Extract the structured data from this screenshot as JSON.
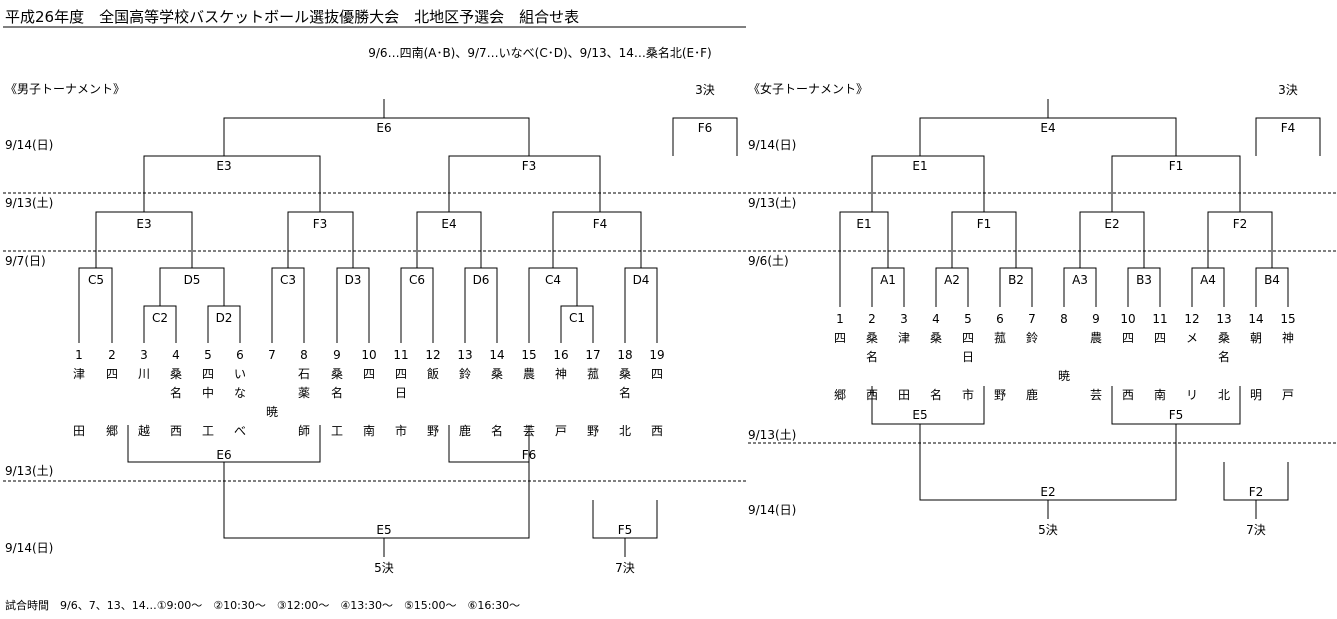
{
  "title": "平成26年度　全国高等学校バスケットボール選抜優勝大会　北地区予選会　組合せ表",
  "schedule": "9/6…四南(A･B)、9/7…いなべ(C･D)、9/13、14…桑名北(E･F)",
  "match_times": "試合時間　9/6、7、13、14…①9:00～　②10:30～　③12:00～　④13:30～　⑤15:00～　⑥16:30～",
  "boys": {
    "heading": "《男子トーナメント》",
    "date_labels": {
      "d914_top": "9/14(日)",
      "d913_top": "9/13(土)",
      "d97": "9/7(日)",
      "d913_bottom": "9/13(土)",
      "d914_bottom": "9/14(日)"
    },
    "teams": [
      {
        "num": "1",
        "name": [
          "津",
          "",
          "",
          "田"
        ]
      },
      {
        "num": "2",
        "name": [
          "四",
          "",
          "",
          "郷"
        ]
      },
      {
        "num": "3",
        "name": [
          "川",
          "",
          "",
          "越"
        ]
      },
      {
        "num": "4",
        "name": [
          "桑",
          "名",
          "",
          "西"
        ]
      },
      {
        "num": "5",
        "name": [
          "四",
          "中",
          "",
          "工"
        ]
      },
      {
        "num": "6",
        "name": [
          "い",
          "な",
          "",
          "べ"
        ]
      },
      {
        "num": "7",
        "name": [
          "",
          "",
          "暁",
          ""
        ]
      },
      {
        "num": "8",
        "name": [
          "石",
          "薬",
          "",
          "師"
        ]
      },
      {
        "num": "9",
        "name": [
          "桑",
          "名",
          "",
          "工"
        ]
      },
      {
        "num": "10",
        "name": [
          "四",
          "",
          "",
          "南"
        ]
      },
      {
        "num": "11",
        "name": [
          "四",
          "日",
          "",
          "市"
        ]
      },
      {
        "num": "12",
        "name": [
          "飯",
          "",
          "",
          "野"
        ]
      },
      {
        "num": "13",
        "name": [
          "鈴",
          "",
          "",
          "鹿"
        ]
      },
      {
        "num": "14",
        "name": [
          "桑",
          "",
          "",
          "名"
        ]
      },
      {
        "num": "15",
        "name": [
          "農",
          "",
          "",
          "芸"
        ]
      },
      {
        "num": "16",
        "name": [
          "神",
          "",
          "",
          "戸"
        ]
      },
      {
        "num": "17",
        "name": [
          "菰",
          "",
          "",
          "野"
        ]
      },
      {
        "num": "18",
        "name": [
          "桑",
          "名",
          "",
          "北"
        ]
      },
      {
        "num": "19",
        "name": [
          "四",
          "",
          "",
          "西"
        ]
      }
    ],
    "games": {
      "C2": "C2",
      "D2": "D2",
      "C1": "C1",
      "C5": "C5",
      "D5": "D5",
      "C3": "C3",
      "D3": "D3",
      "C6": "C6",
      "D6": "D6",
      "C4": "C4",
      "D4": "D4",
      "E3a": "E3",
      "F3a": "F3",
      "E4": "E4",
      "F4": "F4",
      "E3b": "E3",
      "F3b": "F3",
      "E6": "E6",
      "F6": "F6",
      "E6b": "E6",
      "F6b": "F6",
      "E5": "E5",
      "F5": "F5"
    },
    "place3": "3決",
    "place5": "5決",
    "place7": "7決"
  },
  "girls": {
    "heading": "《女子トーナメント》",
    "date_labels": {
      "d914_top": "9/14(日)",
      "d913_top": "9/13(土)",
      "d96": "9/6(土)",
      "d913_bottom": "9/13(土)",
      "d914_bottom": "9/14(日)"
    },
    "teams": [
      {
        "num": "1",
        "name": [
          "四",
          "",
          "",
          "郷"
        ]
      },
      {
        "num": "2",
        "name": [
          "桑",
          "名",
          "",
          "西"
        ]
      },
      {
        "num": "3",
        "name": [
          "津",
          "",
          "",
          "田"
        ]
      },
      {
        "num": "4",
        "name": [
          "桑",
          "",
          "",
          "名"
        ]
      },
      {
        "num": "5",
        "name": [
          "四",
          "日",
          "",
          "市"
        ]
      },
      {
        "num": "6",
        "name": [
          "菰",
          "",
          "",
          "野"
        ]
      },
      {
        "num": "7",
        "name": [
          "鈴",
          "",
          "",
          "鹿"
        ]
      },
      {
        "num": "8",
        "name": [
          "",
          "",
          "暁",
          ""
        ]
      },
      {
        "num": "9",
        "name": [
          "農",
          "",
          "",
          "芸"
        ]
      },
      {
        "num": "10",
        "name": [
          "四",
          "",
          "",
          "西"
        ]
      },
      {
        "num": "11",
        "name": [
          "四",
          "",
          "",
          "南"
        ]
      },
      {
        "num": "12",
        "name": [
          "メ",
          "",
          "",
          "リ"
        ]
      },
      {
        "num": "13",
        "name": [
          "桑",
          "名",
          "",
          "北"
        ]
      },
      {
        "num": "14",
        "name": [
          "朝",
          "",
          "",
          "明"
        ]
      },
      {
        "num": "15",
        "name": [
          "神",
          "",
          "",
          "戸"
        ]
      }
    ],
    "games": {
      "A1": "A1",
      "A2": "A2",
      "B2": "B2",
      "A3": "A3",
      "B3": "B3",
      "A4": "A4",
      "B4": "B4",
      "E1a": "E1",
      "F1a": "F1",
      "E2": "E2",
      "F2": "F2",
      "E1b": "E1",
      "F1b": "F1",
      "E4": "E4",
      "F4": "F4",
      "E5": "E5",
      "F5": "F5",
      "E2b": "E2",
      "F2b": "F2"
    },
    "place3": "3決",
    "place5": "5決",
    "place7": "7決"
  }
}
